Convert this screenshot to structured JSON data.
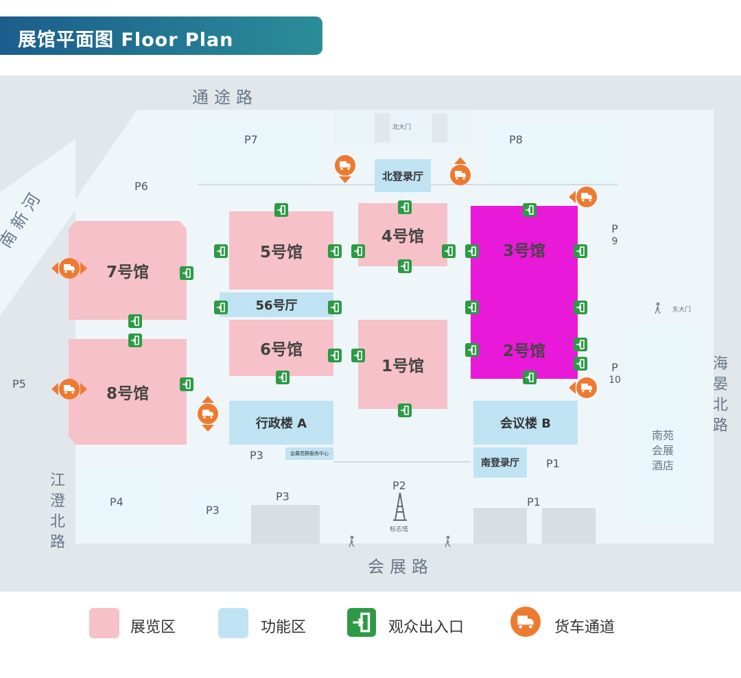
{
  "header": {
    "title": "展馆平面图  Floor Plan"
  },
  "colors": {
    "exhibition": "#f6c1c8",
    "highlight": "#e919d9",
    "function": "#bfe3f2",
    "entrance": "#2d9a45",
    "truck": "#ee7a30"
  },
  "roads": {
    "north": "通途路",
    "south": "会展路",
    "west_diag": "南新河",
    "west": "江澄北路",
    "east": "海晏北路"
  },
  "gates": {
    "north": "北大门",
    "east": "东大门",
    "landmark": "标志塔"
  },
  "halls": {
    "h7": "7号馆",
    "h8": "8号馆",
    "h5": "5号馆",
    "h6": "6号馆",
    "h4": "4号馆",
    "h1": "1号馆",
    "h3": "3号馆",
    "h2": "2号馆"
  },
  "functions": {
    "north_reg": "北登录厅",
    "hall56": "56号厅",
    "admin_a": "行政楼 A",
    "conf_b": "会议楼 B",
    "south_reg": "南登录厅",
    "service": "会展党群服务中心",
    "hotel": "南苑会展酒店"
  },
  "parking": {
    "p1": "P1",
    "p2": "P2",
    "p3": "P3",
    "p4": "P4",
    "p5": "P5",
    "p6": "P6",
    "p7": "P7",
    "p8": "P8",
    "p9a": "P",
    "p9b": "9",
    "p10a": "P",
    "p10b": "10"
  },
  "legend": {
    "exhibition": "展览区",
    "function": "功能区",
    "entrance": "观众出入口",
    "truck": "货车通道"
  }
}
